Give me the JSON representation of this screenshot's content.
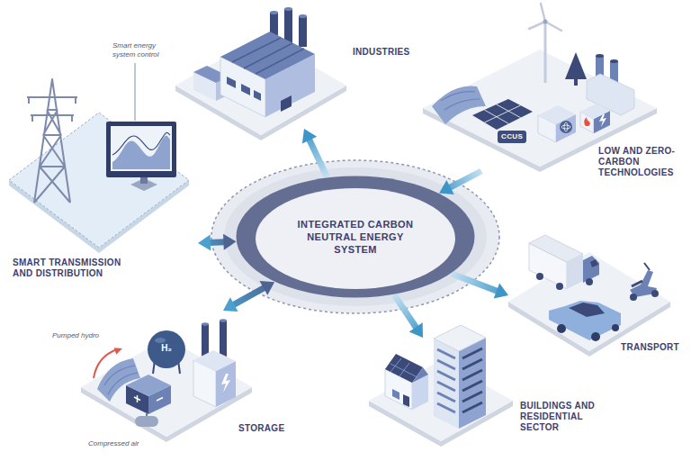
{
  "diagram": {
    "nodes": [
      {
        "text": [
          "INDUSTRIES"
        ]
      },
      {
        "text": [
          "LOW AND ZERO-CARBON TECHNOLOGIES"
        ]
      },
      {
        "text": [
          "SMART TRANSMISSION AND DISTRIBUTION"
        ]
      },
      {
        "text": [
          "INTEGRATED CARBON NEUTRAL ENERGY SYSTEM"
        ]
      },
      {
        "text": [
          "TRANSPORT"
        ]
      },
      {
        "text": [
          "STORAGE"
        ]
      },
      {
        "text": [
          "BUILDINGS AND RESIDENTIAL SECTOR"
        ]
      }
    ],
    "edges": [
      {
        "from": 3,
        "to": 0,
        "arrow": "to"
      },
      {
        "from": 1,
        "to": 3,
        "arrow": "to"
      },
      {
        "from": 3,
        "to": 2,
        "arrow": "both"
      },
      {
        "from": 3,
        "to": 4,
        "arrow": "to"
      },
      {
        "from": 3,
        "to": 5,
        "arrow": "both"
      },
      {
        "from": 3,
        "to": 6,
        "arrow": "to"
      }
    ],
    "labels": [
      "Smart energy system control",
      "CCUS",
      "Pumped hydro",
      "H₂",
      "Compressed air"
    ]
  }
}
